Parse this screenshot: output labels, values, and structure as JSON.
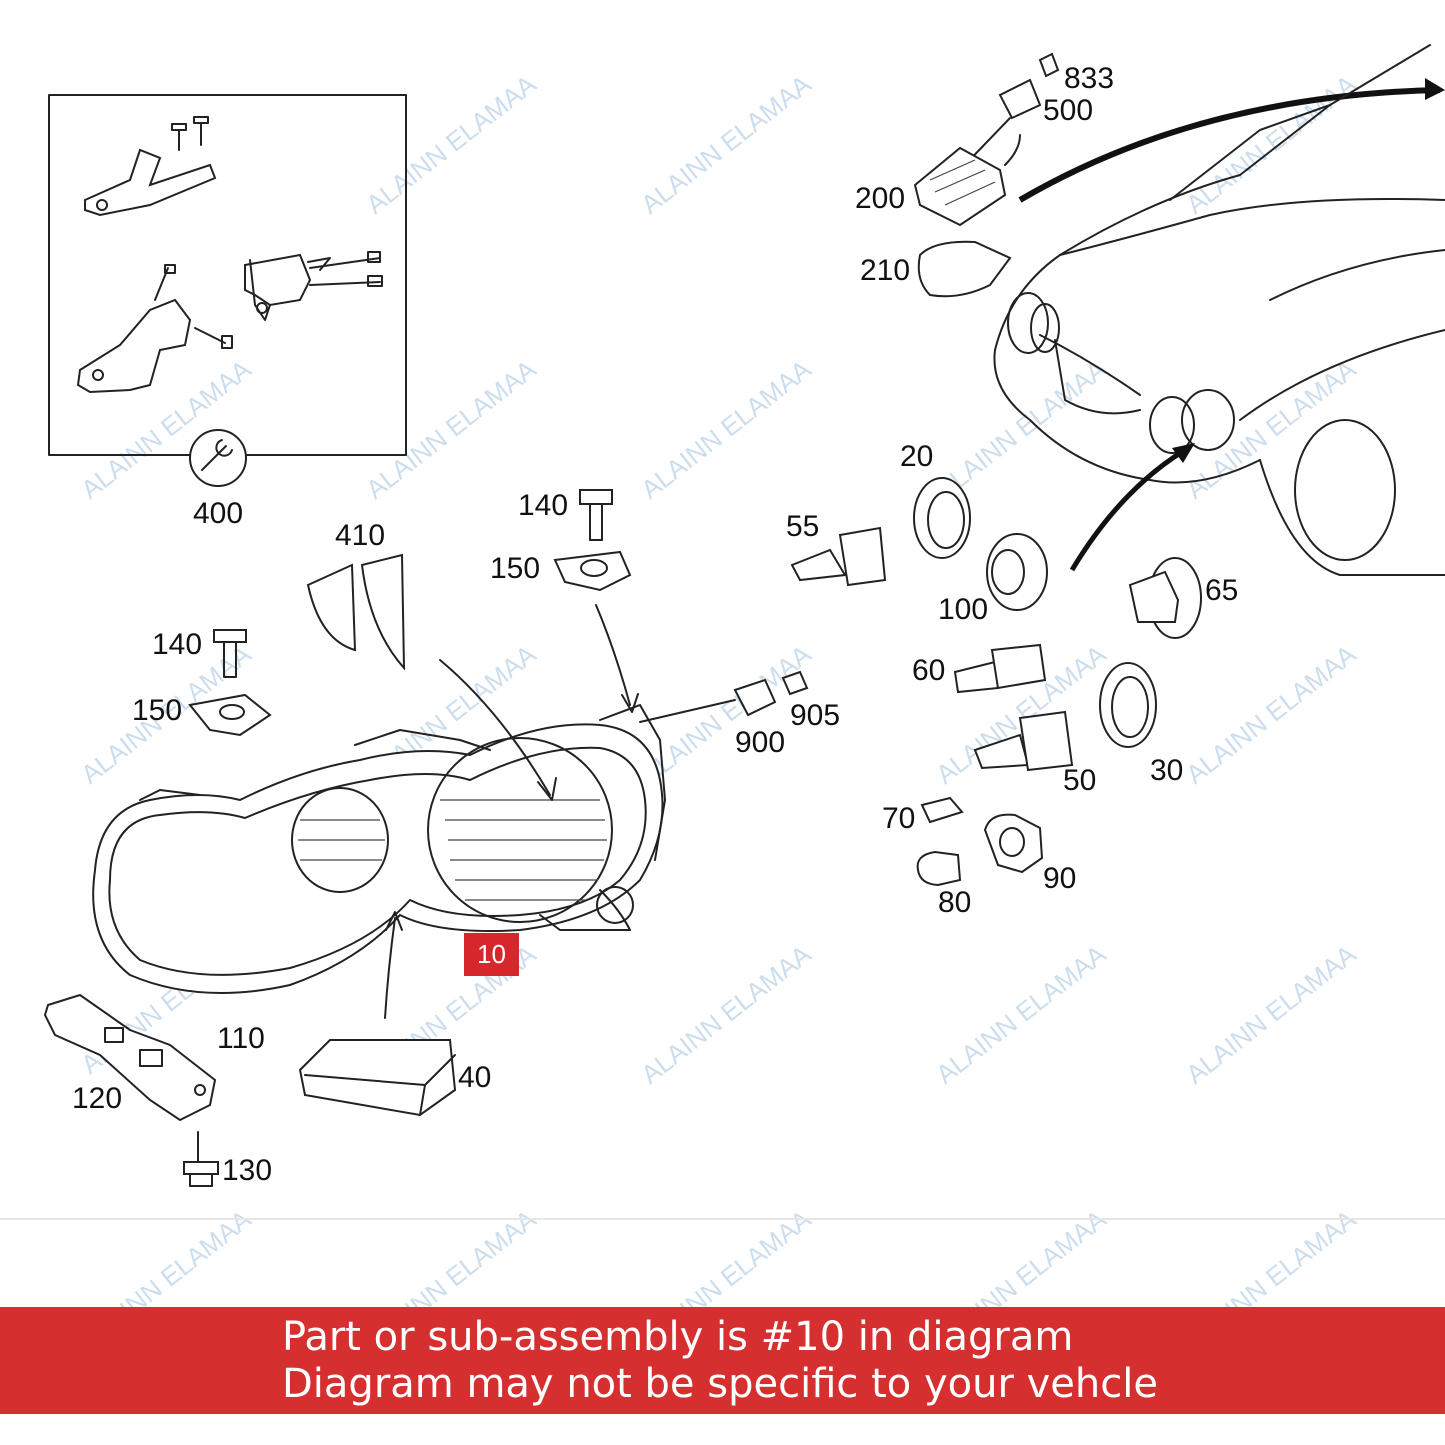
{
  "callouts": {
    "c400": "400",
    "c410": "410",
    "c140a": "140",
    "c150a": "150",
    "c140b": "140",
    "c150b": "150",
    "c110": "110",
    "c120": "120",
    "c130": "130",
    "c40": "40",
    "c10": "10",
    "c900": "900",
    "c905": "905",
    "c833": "833",
    "c500": "500",
    "c200": "200",
    "c210": "210",
    "c20": "20",
    "c55": "55",
    "c100": "100",
    "c65": "65",
    "c60": "60",
    "c50": "50",
    "c30": "30",
    "c70": "70",
    "c80": "80",
    "c90": "90"
  },
  "watermark": "ALAINN ELAMAA",
  "banner": {
    "line1": "Part or sub-assembly is #10 in diagram",
    "line2": "Diagram may not be specific to your vehcle"
  },
  "colors": {
    "banner": "#d5302f",
    "highlight": "#d6272c"
  }
}
